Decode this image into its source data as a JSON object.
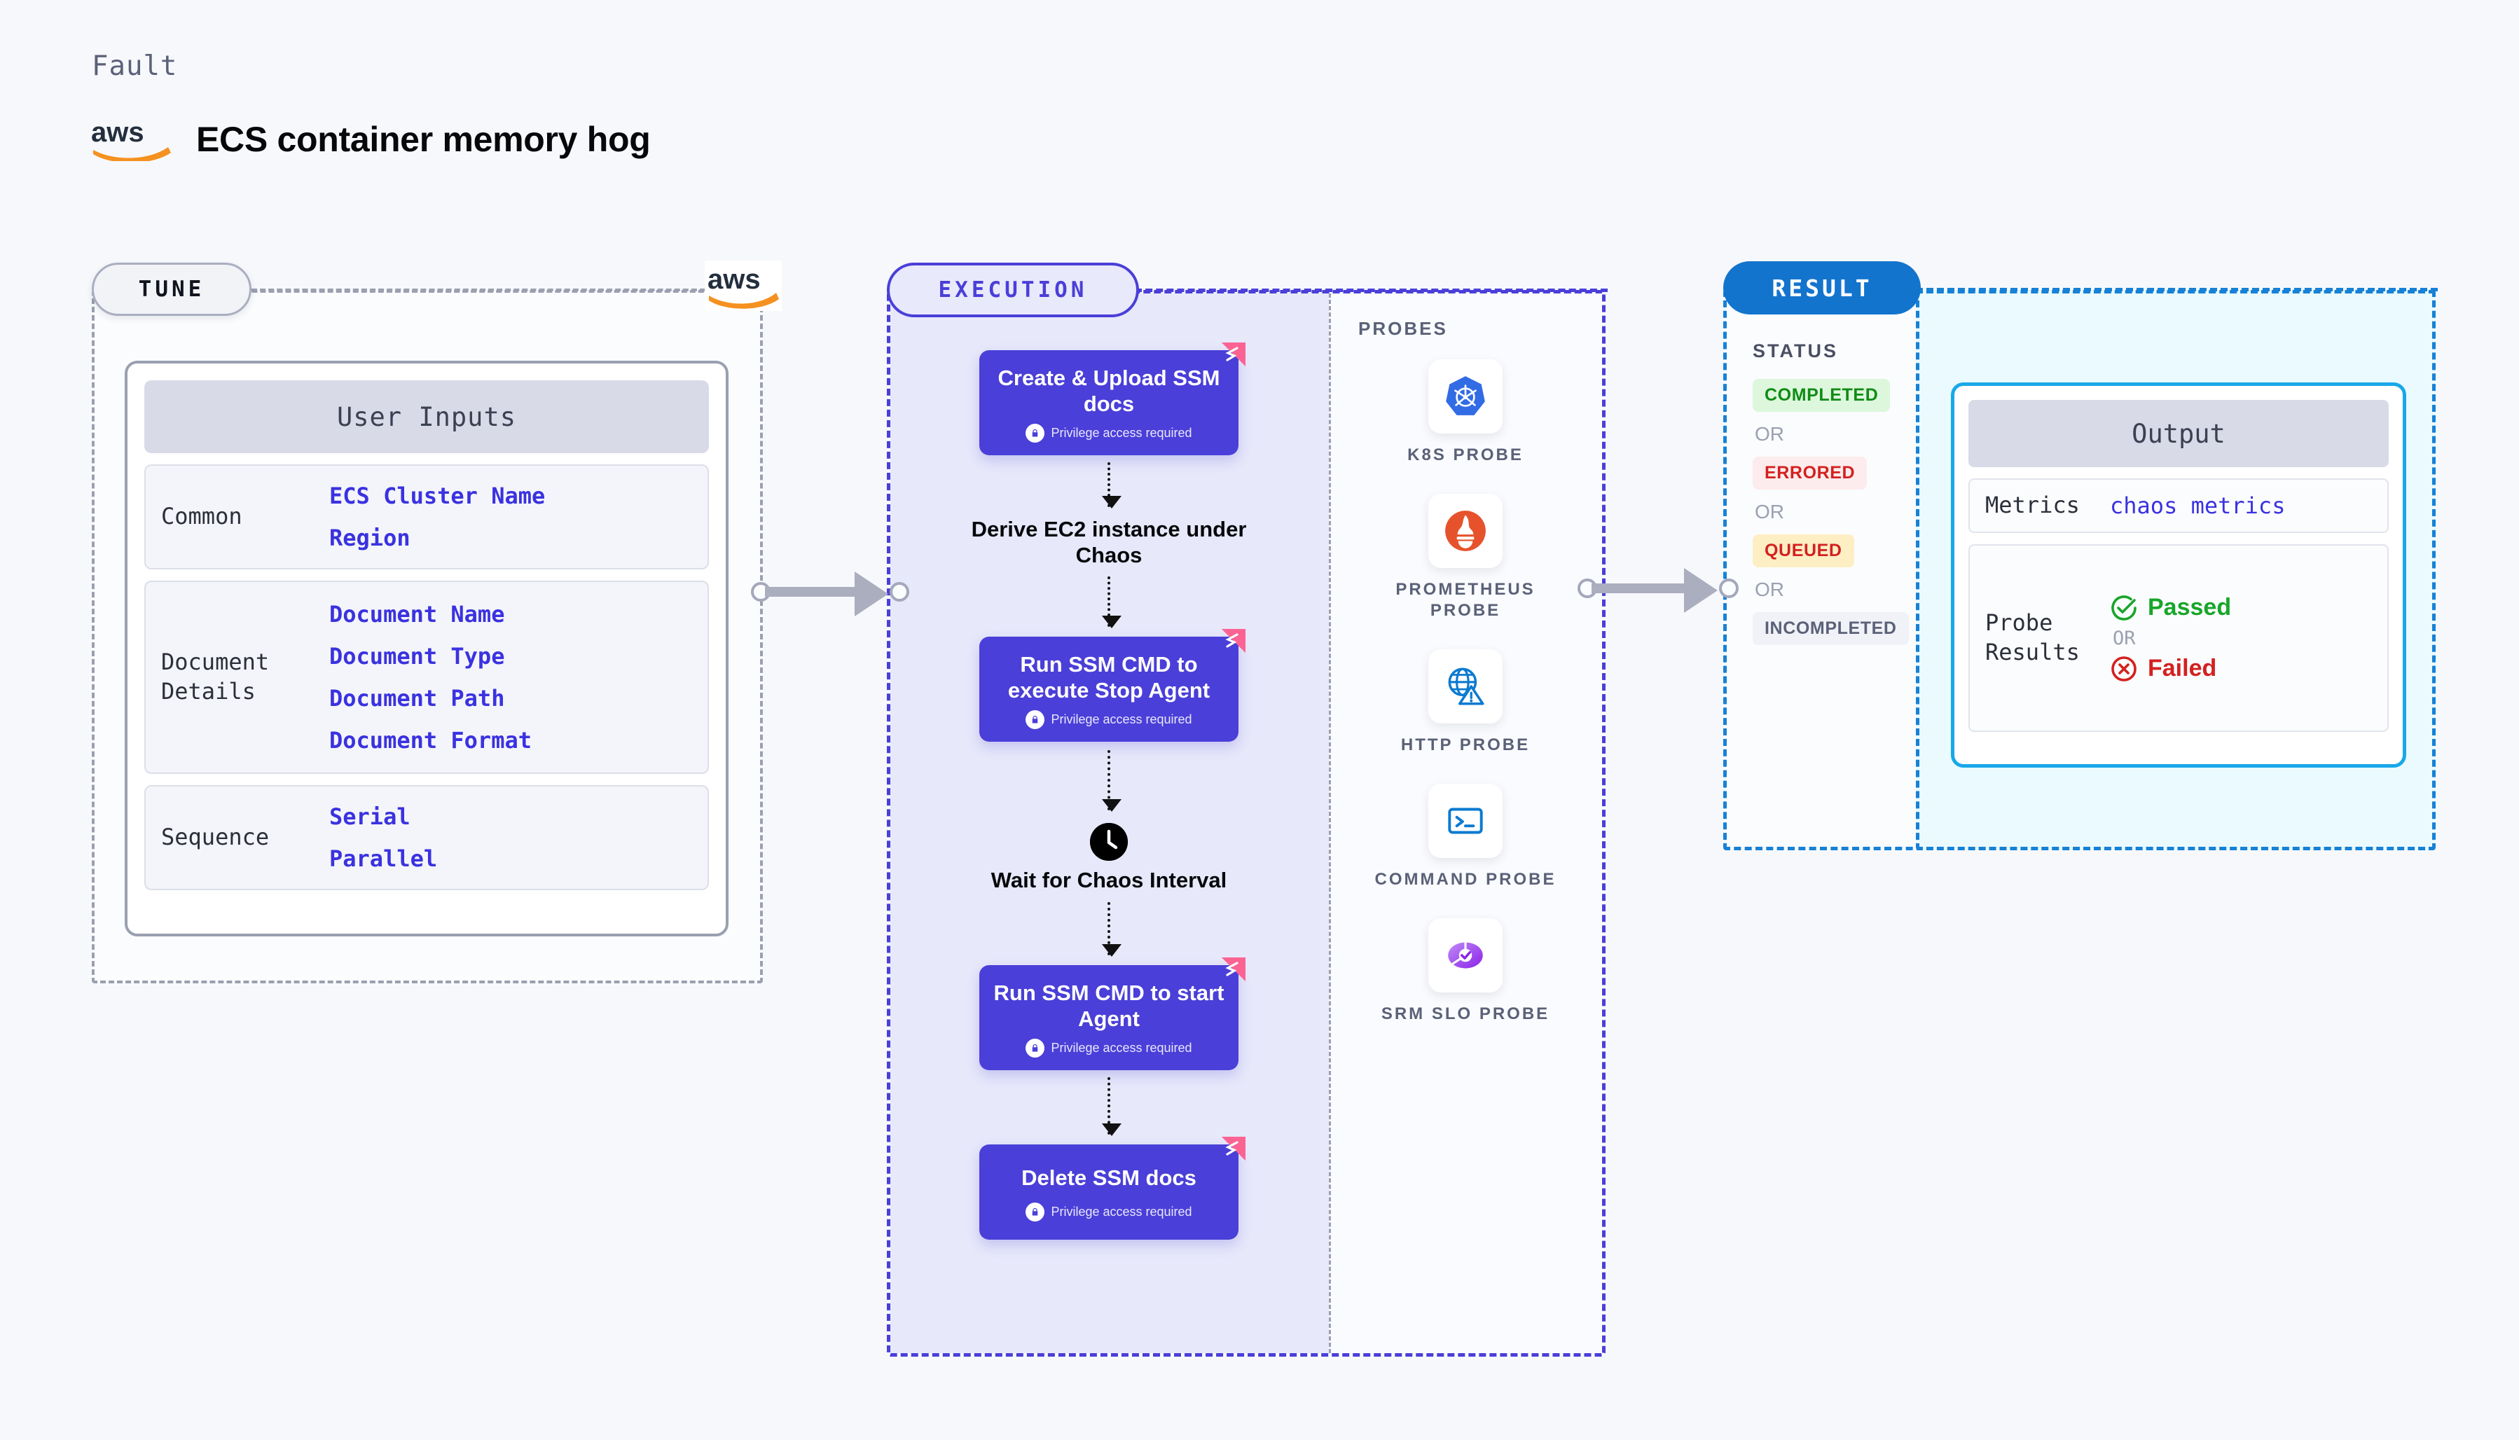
{
  "header": {
    "kicker": "Fault",
    "title": "ECS container memory hog",
    "logo": "aws-logo"
  },
  "tune": {
    "pill": "TUNE",
    "logo": "aws-logo",
    "card_title": "User Inputs",
    "sections": [
      {
        "label": "Common",
        "values": [
          "ECS Cluster Name",
          "Region"
        ]
      },
      {
        "label": "Document\nDetails",
        "values": [
          "Document Name",
          "Document Type",
          "Document Path",
          "Document Format"
        ]
      },
      {
        "label": "Sequence",
        "values": [
          "Serial",
          "Parallel"
        ]
      }
    ]
  },
  "execution": {
    "pill": "EXECUTION",
    "privilege_note": "Privilege access required",
    "steps": [
      {
        "kind": "node",
        "title": "Create & Upload SSM docs",
        "privilege": true,
        "badge": "chaos-badge-icon"
      },
      {
        "kind": "text",
        "title": "Derive EC2 instance under Chaos"
      },
      {
        "kind": "node",
        "title": "Run SSM CMD to execute Stop Agent",
        "privilege": true,
        "badge": "chaos-badge-icon"
      },
      {
        "kind": "wait",
        "title": "Wait for Chaos Interval",
        "icon": "clock-icon"
      },
      {
        "kind": "node",
        "title": "Run SSM CMD to start Agent",
        "privilege": true,
        "badge": "chaos-badge-icon"
      },
      {
        "kind": "node",
        "title": "Delete SSM docs",
        "privilege": true,
        "badge": "chaos-badge-icon"
      }
    ]
  },
  "probes": {
    "title": "PROBES",
    "items": [
      {
        "label": "K8S PROBE",
        "icon": "kubernetes-icon"
      },
      {
        "label": "PROMETHEUS PROBE",
        "icon": "prometheus-icon"
      },
      {
        "label": "HTTP PROBE",
        "icon": "http-globe-icon"
      },
      {
        "label": "COMMAND PROBE",
        "icon": "terminal-icon"
      },
      {
        "label": "SRM SLO PROBE",
        "icon": "srm-slo-icon"
      }
    ]
  },
  "result": {
    "pill": "RESULT",
    "status_title": "STATUS",
    "or": "OR",
    "statuses": [
      {
        "label": "COMPLETED",
        "style": "b-completed"
      },
      {
        "label": "ERRORED",
        "style": "b-errored"
      },
      {
        "label": "QUEUED",
        "style": "b-queued"
      },
      {
        "label": "INCOMPLETED",
        "style": "b-incomplete"
      }
    ],
    "output": {
      "title": "Output",
      "metrics_label": "Metrics",
      "metrics_value": "chaos metrics",
      "probe_label": "Probe\nResults",
      "passed": "Passed",
      "failed": "Failed",
      "or": "OR"
    }
  },
  "colors": {
    "node_purple": "#4a3fd8",
    "result_blue": "#1374cd",
    "output_border": "#18a8e8",
    "aws_orange": "#f59120",
    "badge_pink": "#fb6392",
    "accent_text": "#3a32e0"
  }
}
